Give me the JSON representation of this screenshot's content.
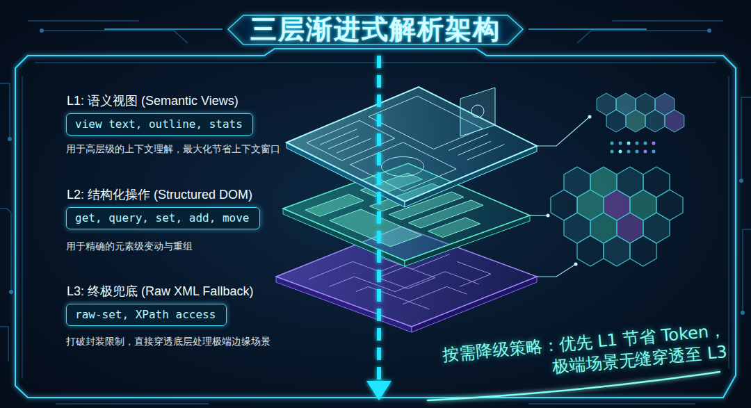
{
  "diagram": {
    "title": "三层渐进式解析架构",
    "nodes": [
      {
        "text": [
          "L1: 语义视图 (Semantic Views)",
          "view text, outline, stats"
        ]
      },
      {
        "text": [
          "L2: 结构化操作 (Structured DOM)",
          "get, query, set, add, move"
        ]
      },
      {
        "text": [
          "L3: 终极兜底 (Raw XML Fallback)",
          "raw-set, XPath access"
        ]
      }
    ],
    "labels": [
      "用于高层级的上下文理解，最大化节省上下文窗口",
      "用于精确的元素级变动与重组",
      "打破封装限制，直接穿透底层处理极端边缘场景",
      "按需降级策略：优先 L1 节省 Token， 极端场景无缝穿透至 L3"
    ]
  }
}
